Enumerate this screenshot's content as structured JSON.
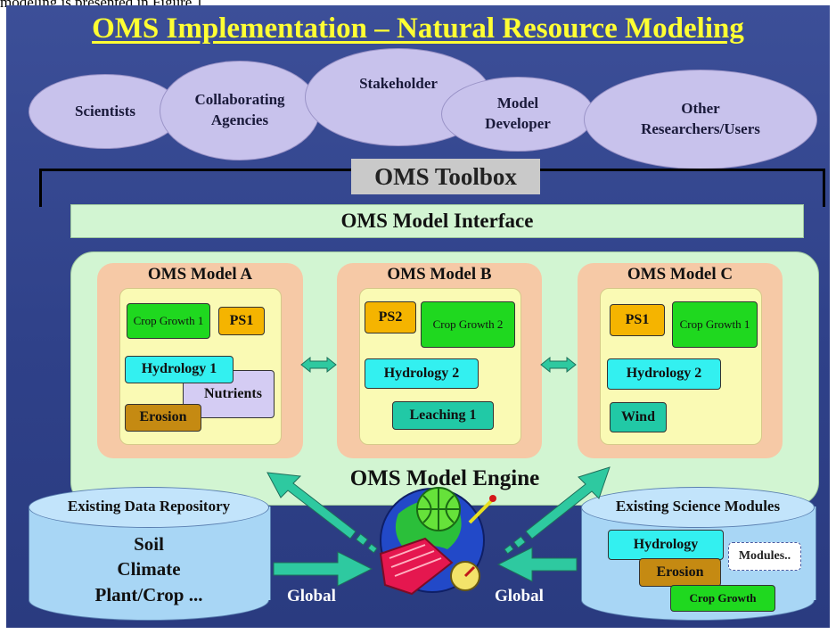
{
  "top_caption": "modeling is presented in Figure 1.",
  "title": "OMS Implementation – Natural Resource Modeling",
  "stakeholders": [
    {
      "line1": "Scientists",
      "line2": ""
    },
    {
      "line1": "Collaborating",
      "line2": "Agencies"
    },
    {
      "line1": "Stakeholder",
      "line2": ""
    },
    {
      "line1": "Model",
      "line2": "Developer"
    },
    {
      "line1": "Other",
      "line2": "Researchers/Users"
    }
  ],
  "toolbox_label": "OMS Toolbox",
  "interface_label": "OMS Model Interface",
  "engine_label": "OMS Model Engine",
  "models": [
    {
      "title": "OMS Model A",
      "crop": "Crop Growth 1",
      "ps": "PS1",
      "hydrology": "Hydrology 1",
      "nutrients": "Nutrients",
      "erosion": "Erosion"
    },
    {
      "title": "OMS Model  B",
      "ps": "PS2",
      "crop": "Crop Growth 2",
      "hydrology": "Hydrology 2",
      "leaching": "Leaching 1"
    },
    {
      "title": "OMS Model  C",
      "ps": "PS1",
      "crop": "Crop Growth 1",
      "hydrology": "Hydrology 2",
      "wind": "Wind"
    }
  ],
  "data_repository": {
    "title": "Existing Data Repository",
    "items": [
      "Soil",
      "Climate",
      "Plant/Crop ..."
    ]
  },
  "science_modules": {
    "title": "Existing Science Modules",
    "hydrology": "Hydrology",
    "erosion": "Erosion",
    "crop_growth": "Crop Growth",
    "more": "Modules.."
  },
  "global_left": "Global",
  "global_right": "Global",
  "colors": {
    "background": "#2f4189",
    "title": "#ffff33",
    "crop": "#1fd81f",
    "ps": "#f5b400",
    "hydrology": "#33f0f0",
    "arrow": "#2ec9a0"
  }
}
